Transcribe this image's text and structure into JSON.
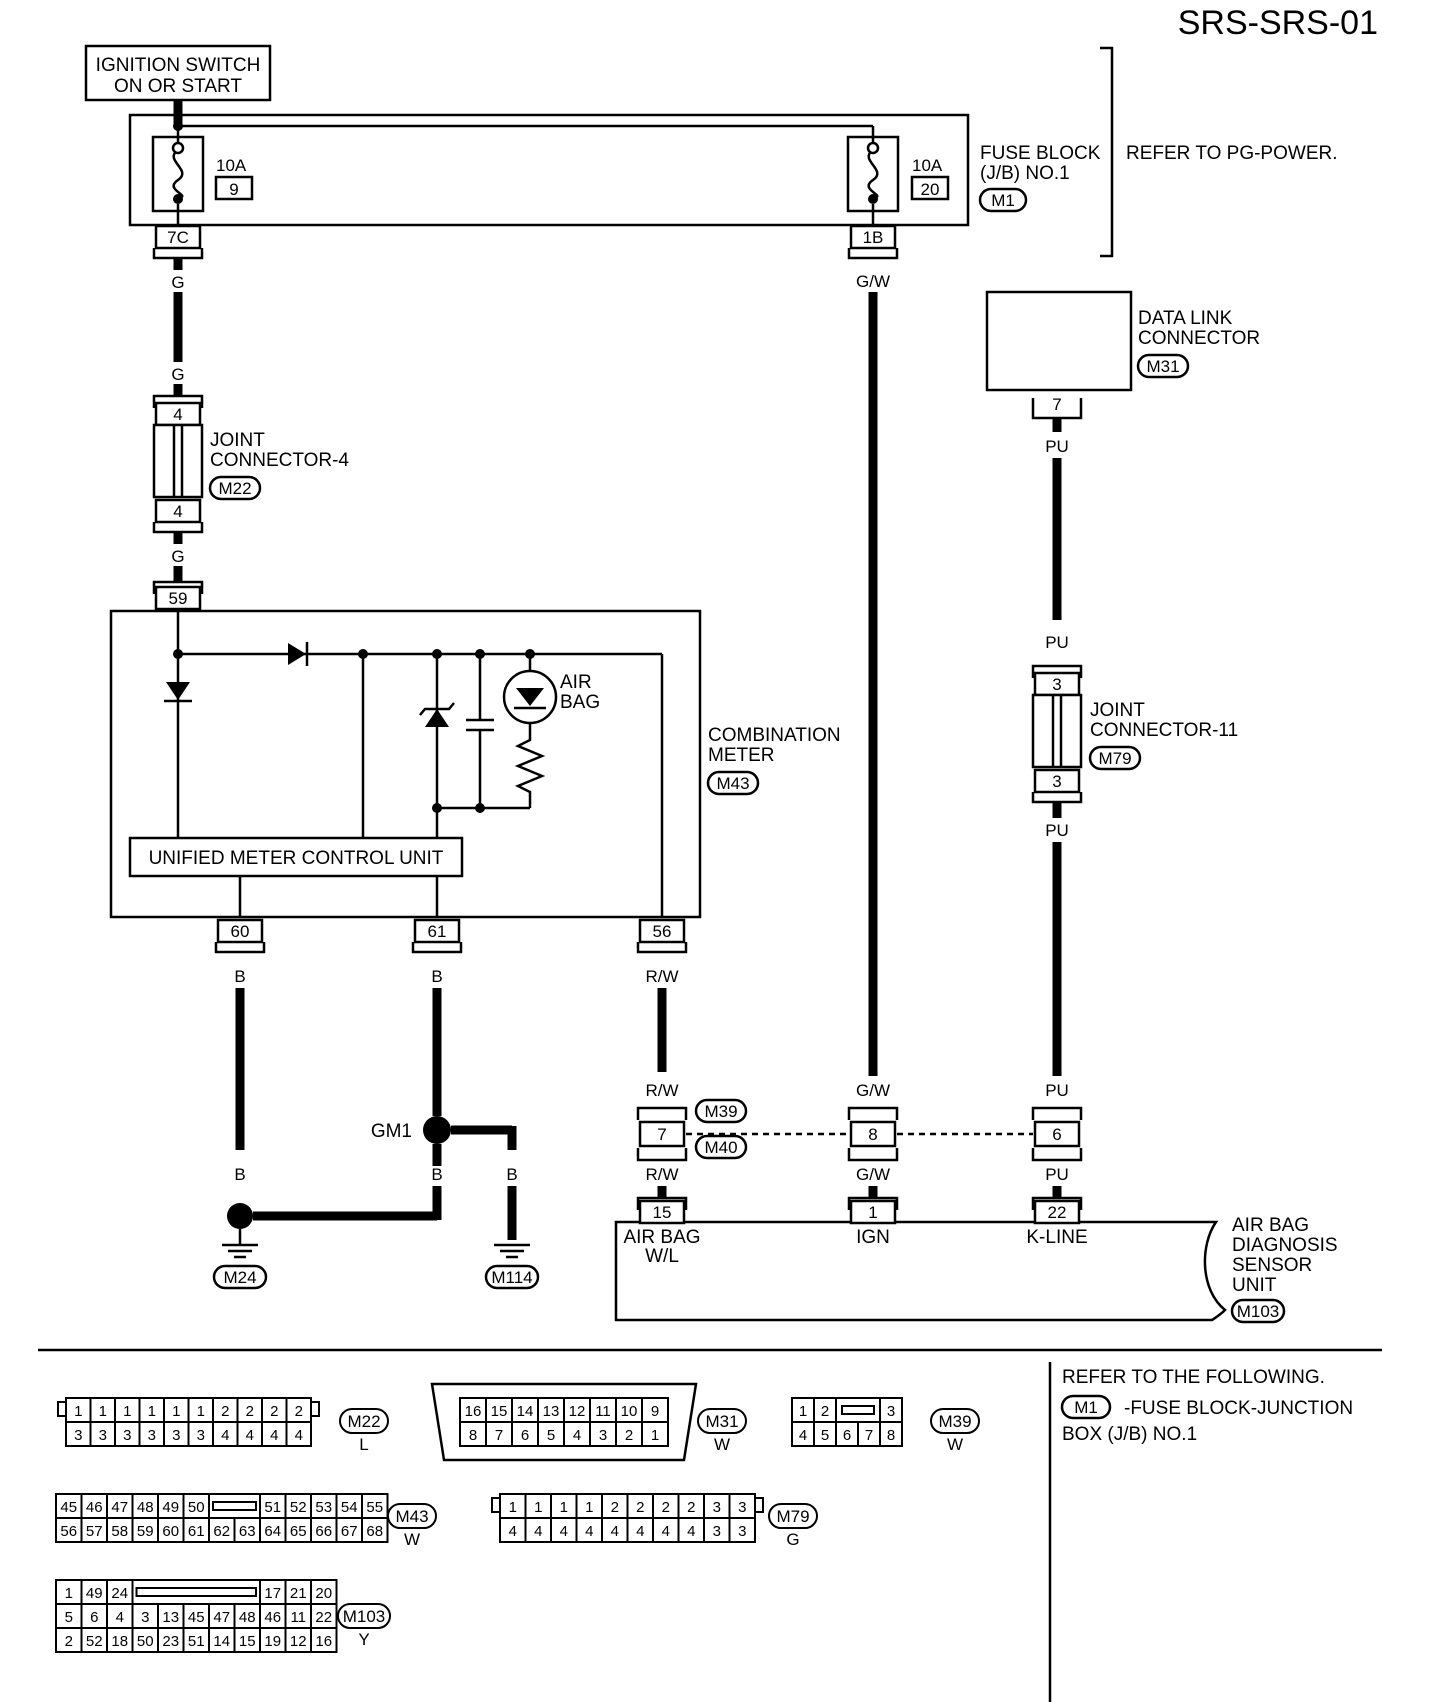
{
  "page_id": "SRS-SRS-01",
  "components": {
    "ignition_switch": [
      "IGNITION SWITCH",
      "ON OR START"
    ],
    "fuse_block": {
      "label": [
        "FUSE BLOCK",
        "(J/B) NO.1"
      ],
      "conn": "M1",
      "refer": "REFER TO PG-POWER."
    },
    "fuse_a": {
      "rating": "10A",
      "num": "9",
      "terminal": "7C"
    },
    "fuse_b": {
      "rating": "10A",
      "num": "20",
      "terminal": "1B"
    },
    "joint4": {
      "label": [
        "JOINT",
        "CONNECTOR-4"
      ],
      "conn": "M22",
      "pin": "4"
    },
    "data_link": {
      "label": [
        "DATA LINK",
        "CONNECTOR"
      ],
      "conn": "M31",
      "pin": "7"
    },
    "joint11": {
      "label": [
        "JOINT",
        "CONNECTOR-11"
      ],
      "conn": "M79",
      "pin": "3"
    },
    "combination_meter": {
      "label": [
        "COMBINATION",
        "METER"
      ],
      "conn": "M43",
      "pin_in": "59",
      "pins_out": [
        "60",
        "61",
        "56"
      ],
      "unit": "UNIFIED METER CONTROL UNIT",
      "lamp": [
        "AIR",
        "BAG"
      ]
    },
    "gm1": "GM1",
    "grounds": [
      "M24",
      "M114"
    ],
    "inline": {
      "conn_top": "M39",
      "conn_bottom": "M40",
      "pins": [
        "7",
        "8",
        "6"
      ]
    },
    "airbag_unit": {
      "label": [
        "AIR BAG",
        "DIAGNOSIS",
        "SENSOR",
        "UNIT"
      ],
      "conn": "M103",
      "pins": [
        "15",
        "1",
        "22"
      ],
      "pin_names": [
        "AIR BAG",
        "W/L",
        "IGN",
        "K-LINE"
      ]
    }
  },
  "wires": {
    "g": "G",
    "gw": "G/W",
    "pu": "PU",
    "b": "B",
    "rw": "R/W"
  },
  "refer_box": {
    "title": "REFER TO THE FOLLOWING.",
    "conn": "M1",
    "text": [
      "-FUSE BLOCK-JUNCTION",
      "BOX (J/B) NO.1"
    ]
  },
  "connector_faces": [
    {
      "id": "M22",
      "color": "L",
      "rows": [
        [
          "1",
          "1",
          "1",
          "1",
          "1",
          "1",
          "2",
          "2",
          "2",
          "2"
        ],
        [
          "3",
          "3",
          "3",
          "3",
          "3",
          "3",
          "4",
          "4",
          "4",
          "4"
        ]
      ]
    },
    {
      "id": "M31",
      "color": "W",
      "rows": [
        [
          "16",
          "15",
          "14",
          "13",
          "12",
          "11",
          "10",
          "9"
        ],
        [
          "8",
          "7",
          "6",
          "5",
          "4",
          "3",
          "2",
          "1"
        ]
      ]
    },
    {
      "id": "M39",
      "color": "W",
      "rows": [
        [
          "1",
          "2",
          "3"
        ],
        [
          "4",
          "5",
          "6",
          "7",
          "8"
        ]
      ]
    },
    {
      "id": "M43",
      "color": "W",
      "rows": [
        [
          "45",
          "46",
          "47",
          "48",
          "49",
          "50",
          "51",
          "52",
          "53",
          "54",
          "55"
        ],
        [
          "56",
          "57",
          "58",
          "59",
          "60",
          "61",
          "62",
          "63",
          "64",
          "65",
          "66",
          "67",
          "68"
        ]
      ]
    },
    {
      "id": "M79",
      "color": "G",
      "rows": [
        [
          "1",
          "1",
          "1",
          "1",
          "2",
          "2",
          "2",
          "2",
          "3",
          "3"
        ],
        [
          "4",
          "4",
          "4",
          "4",
          "4",
          "4",
          "4",
          "4",
          "3",
          "3"
        ]
      ]
    },
    {
      "id": "M103",
      "color": "Y",
      "rows": [
        [
          "1",
          "49",
          "24",
          "17",
          "21",
          "20"
        ],
        [
          "5",
          "6",
          "4",
          "3",
          "13",
          "45",
          "47",
          "48",
          "46",
          "11",
          "22"
        ],
        [
          "2",
          "52",
          "18",
          "50",
          "23",
          "51",
          "14",
          "15",
          "19",
          "12",
          "16"
        ]
      ]
    }
  ]
}
